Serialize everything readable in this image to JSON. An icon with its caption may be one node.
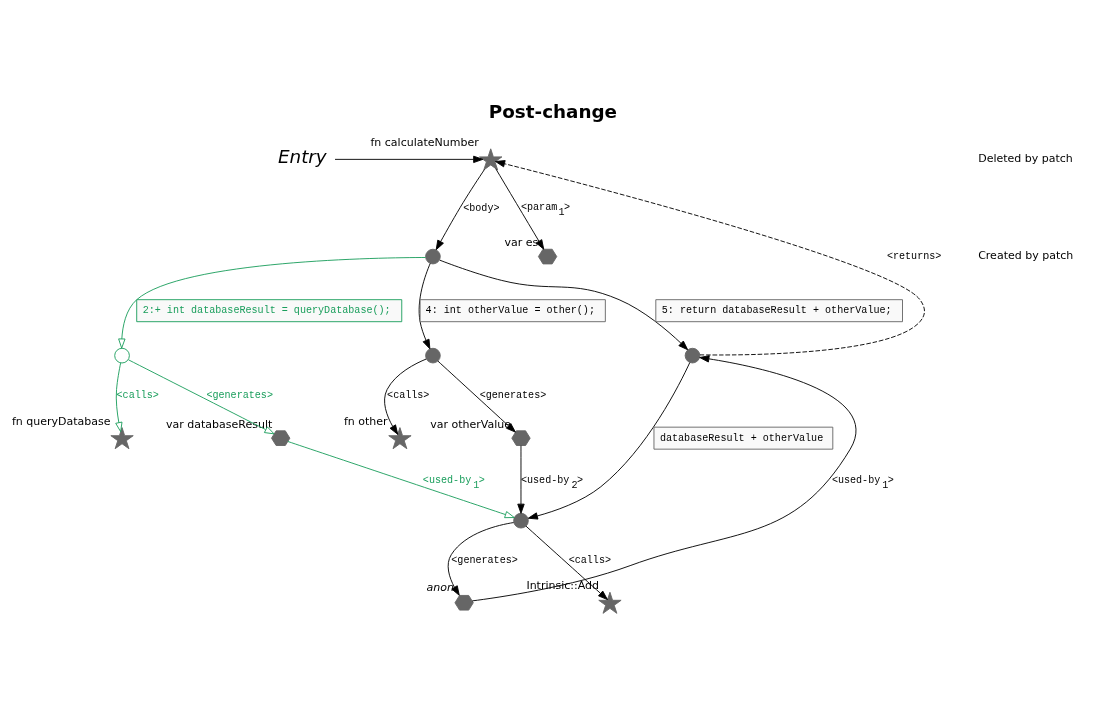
{
  "diagram": {
    "title": "Post-change",
    "nodes": [
      {
        "text": [
          "Entry"
        ]
      },
      {
        "text": [],
        "shape": "star",
        "beside": [
          "fn calculateNumber"
        ]
      },
      {
        "text": [],
        "shape": "circle"
      },
      {
        "text": [],
        "shape": "hexagon",
        "beside": [
          "var es"
        ]
      },
      {
        "text": [],
        "shape": "circle"
      },
      {
        "text": [],
        "shape": "star",
        "beside": [
          "fn queryDatabase"
        ]
      },
      {
        "text": [],
        "shape": "hexagon",
        "beside": [
          "var databaseResult"
        ]
      },
      {
        "text": [],
        "shape": "circle"
      },
      {
        "text": [],
        "shape": "star",
        "beside": [
          "fn other"
        ]
      },
      {
        "text": [],
        "shape": "hexagon",
        "beside": [
          "var otherValue"
        ]
      },
      {
        "text": [],
        "shape": "circle"
      },
      {
        "text": [],
        "shape": "circle"
      },
      {
        "text": [],
        "shape": "hexagon",
        "beside": [
          "anon"
        ]
      },
      {
        "text": [],
        "shape": "star",
        "beside": [
          "Intrinsic::Add"
        ]
      }
    ],
    "edges": [
      {
        "from": 0,
        "to": 1,
        "arrow": "to"
      },
      {
        "from": 1,
        "to": 2,
        "arrow": "to",
        "label": "<body>"
      },
      {
        "from": 1,
        "to": 3,
        "arrow": "to",
        "label": "<param$_{1}$>"
      },
      {
        "from": 2,
        "to": 4,
        "arrow": "to",
        "label": "2:+ int databaseResult = queryDatabase();",
        "color": "#1a9e5c"
      },
      {
        "from": 2,
        "to": 7,
        "arrow": "to",
        "label": "4: int otherValue = other();"
      },
      {
        "from": 2,
        "to": 10,
        "arrow": "to",
        "label": "5: return databaseResult + otherValue;"
      },
      {
        "from": 4,
        "to": 5,
        "arrow": "to",
        "label": "<calls>",
        "color": "#1a9e5c"
      },
      {
        "from": 4,
        "to": 6,
        "arrow": "to",
        "label": "<generates>",
        "color": "#1a9e5c"
      },
      {
        "from": 7,
        "to": 8,
        "arrow": "to",
        "label": "<calls>"
      },
      {
        "from": 7,
        "to": 9,
        "arrow": "to",
        "label": "<generates>"
      },
      {
        "from": 10,
        "to": 11,
        "arrow": "to",
        "label": "databaseResult + otherValue"
      },
      {
        "from": 10,
        "to": 1,
        "arrow": "to",
        "label": "<returns>",
        "style": "dashed"
      },
      {
        "from": 9,
        "to": 11,
        "arrow": "to",
        "label": "<used-by$_{2}$>"
      },
      {
        "from": 6,
        "to": 11,
        "arrow": "to",
        "label": "<used-by$_{1}$>",
        "color": "#1a9e5c"
      },
      {
        "from": 11,
        "to": 12,
        "arrow": "to",
        "label": "<generates>"
      },
      {
        "from": 12,
        "to": 10,
        "arrow": "to",
        "label": "<used-by$_{1}$>"
      },
      {
        "from": 11,
        "to": 13,
        "arrow": "to",
        "label": "<calls>"
      }
    ],
    "legend": [
      {
        "text": "Deleted by patch"
      },
      {
        "text": "Created by patch"
      }
    ]
  }
}
